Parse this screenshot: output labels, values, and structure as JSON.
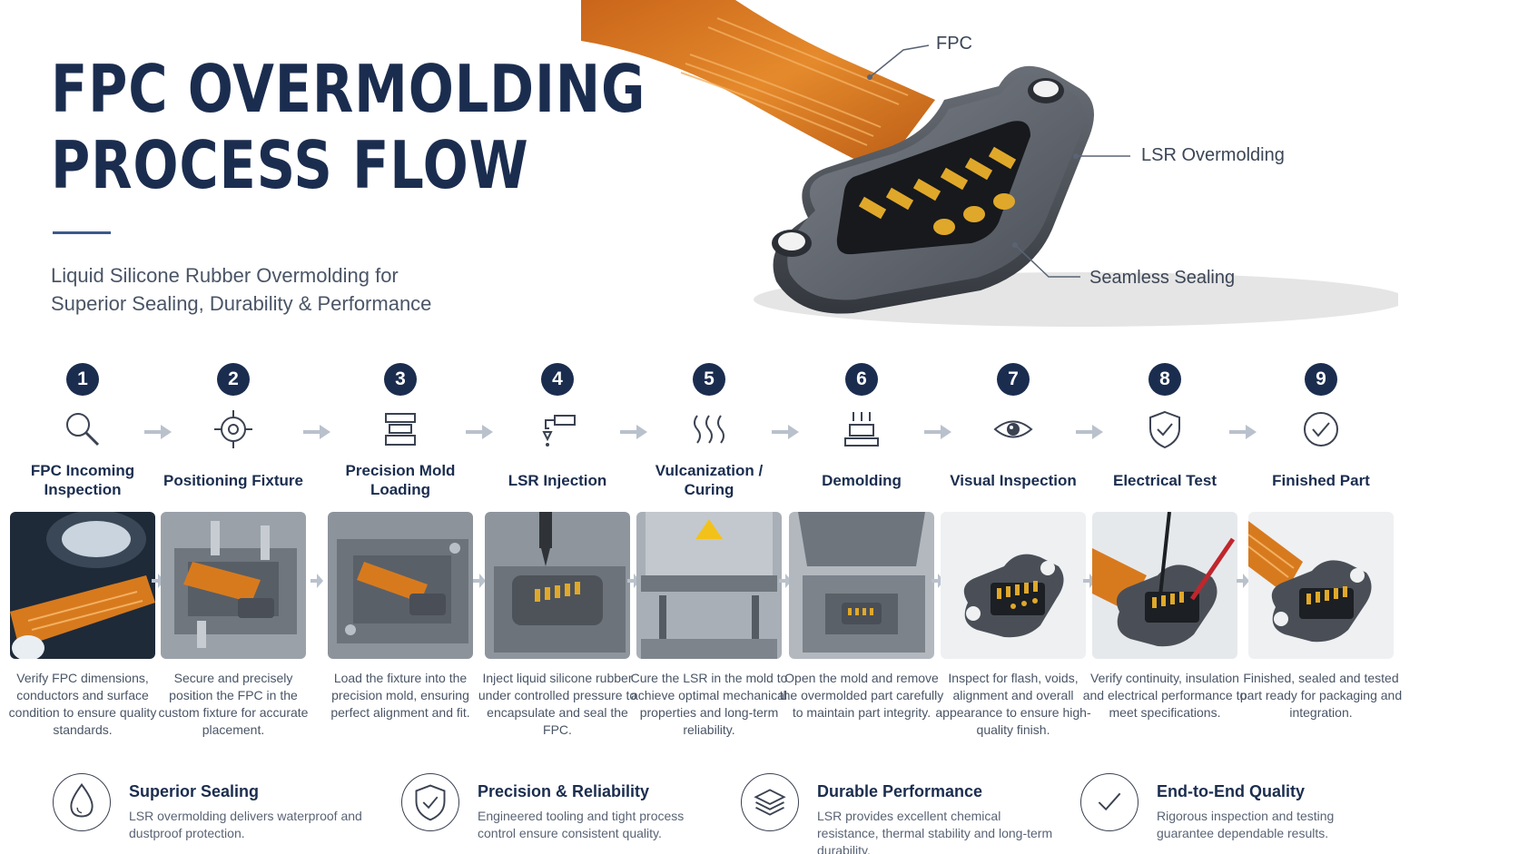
{
  "header": {
    "title_line1": "FPC OVERMOLDING",
    "title_line2": "PROCESS FLOW",
    "subtitle_line1": "Liquid Silicone Rubber Overmolding for",
    "subtitle_line2": "Superior Sealing, Durability & Performance"
  },
  "hero": {
    "callouts": [
      "FPC",
      "LSR Overmolding",
      "Seamless Sealing"
    ]
  },
  "steps": [
    {
      "num": "1",
      "title": "FPC Incoming Inspection",
      "icon": "magnifier-icon",
      "desc": "Verify FPC dimensions, conductors and surface condition to ensure quality standards."
    },
    {
      "num": "2",
      "title": "Positioning Fixture",
      "icon": "target-icon",
      "desc": "Secure and precisely position the FPC in the custom fixture for accurate placement."
    },
    {
      "num": "3",
      "title": "Precision Mold Loading",
      "icon": "mold-icon",
      "desc": "Load the fixture into the precision mold, ensuring perfect alignment and fit."
    },
    {
      "num": "4",
      "title": "LSR Injection",
      "icon": "injector-icon",
      "desc": "Inject liquid silicone rubber under controlled pressure to encapsulate and seal the FPC."
    },
    {
      "num": "5",
      "title": "Vulcanization / Curing",
      "icon": "heat-icon",
      "desc": "Cure the LSR in the mold to achieve optimal mechanical properties and long-term reliability."
    },
    {
      "num": "6",
      "title": "Demolding",
      "icon": "demold-icon",
      "desc": "Open the mold and remove the overmolded part carefully to maintain part integrity."
    },
    {
      "num": "7",
      "title": "Visual Inspection",
      "icon": "eye-icon",
      "desc": "Inspect for flash, voids, alignment and overall appearance to ensure high-quality finish."
    },
    {
      "num": "8",
      "title": "Electrical Test",
      "icon": "shield-check-icon",
      "desc": "Verify continuity, insulation and electrical performance to meet specifications."
    },
    {
      "num": "9",
      "title": "Finished Part",
      "icon": "check-circle-icon",
      "desc": "Finished, sealed and tested part ready for packaging and integration."
    }
  ],
  "features": [
    {
      "title": "Superior Sealing",
      "icon": "droplet-icon",
      "desc": "LSR overmolding delivers waterproof and dustproof protection."
    },
    {
      "title": "Precision & Reliability",
      "icon": "shield-check-icon",
      "desc": "Engineered tooling and tight process control ensure consistent quality."
    },
    {
      "title": "Durable Performance",
      "icon": "layers-icon",
      "desc": "LSR provides excellent chemical resistance, thermal stability and long-term durability."
    },
    {
      "title": "End-to-End Quality",
      "icon": "checkmark-icon",
      "desc": "Rigorous inspection and testing guarantee dependable results."
    }
  ],
  "colors": {
    "navy": "#1b2d4f",
    "copper": "#d77a1e",
    "gold": "#e0a82a",
    "silicone_gray": "#4a4f57",
    "arrow_gray": "#b9c1cc"
  }
}
